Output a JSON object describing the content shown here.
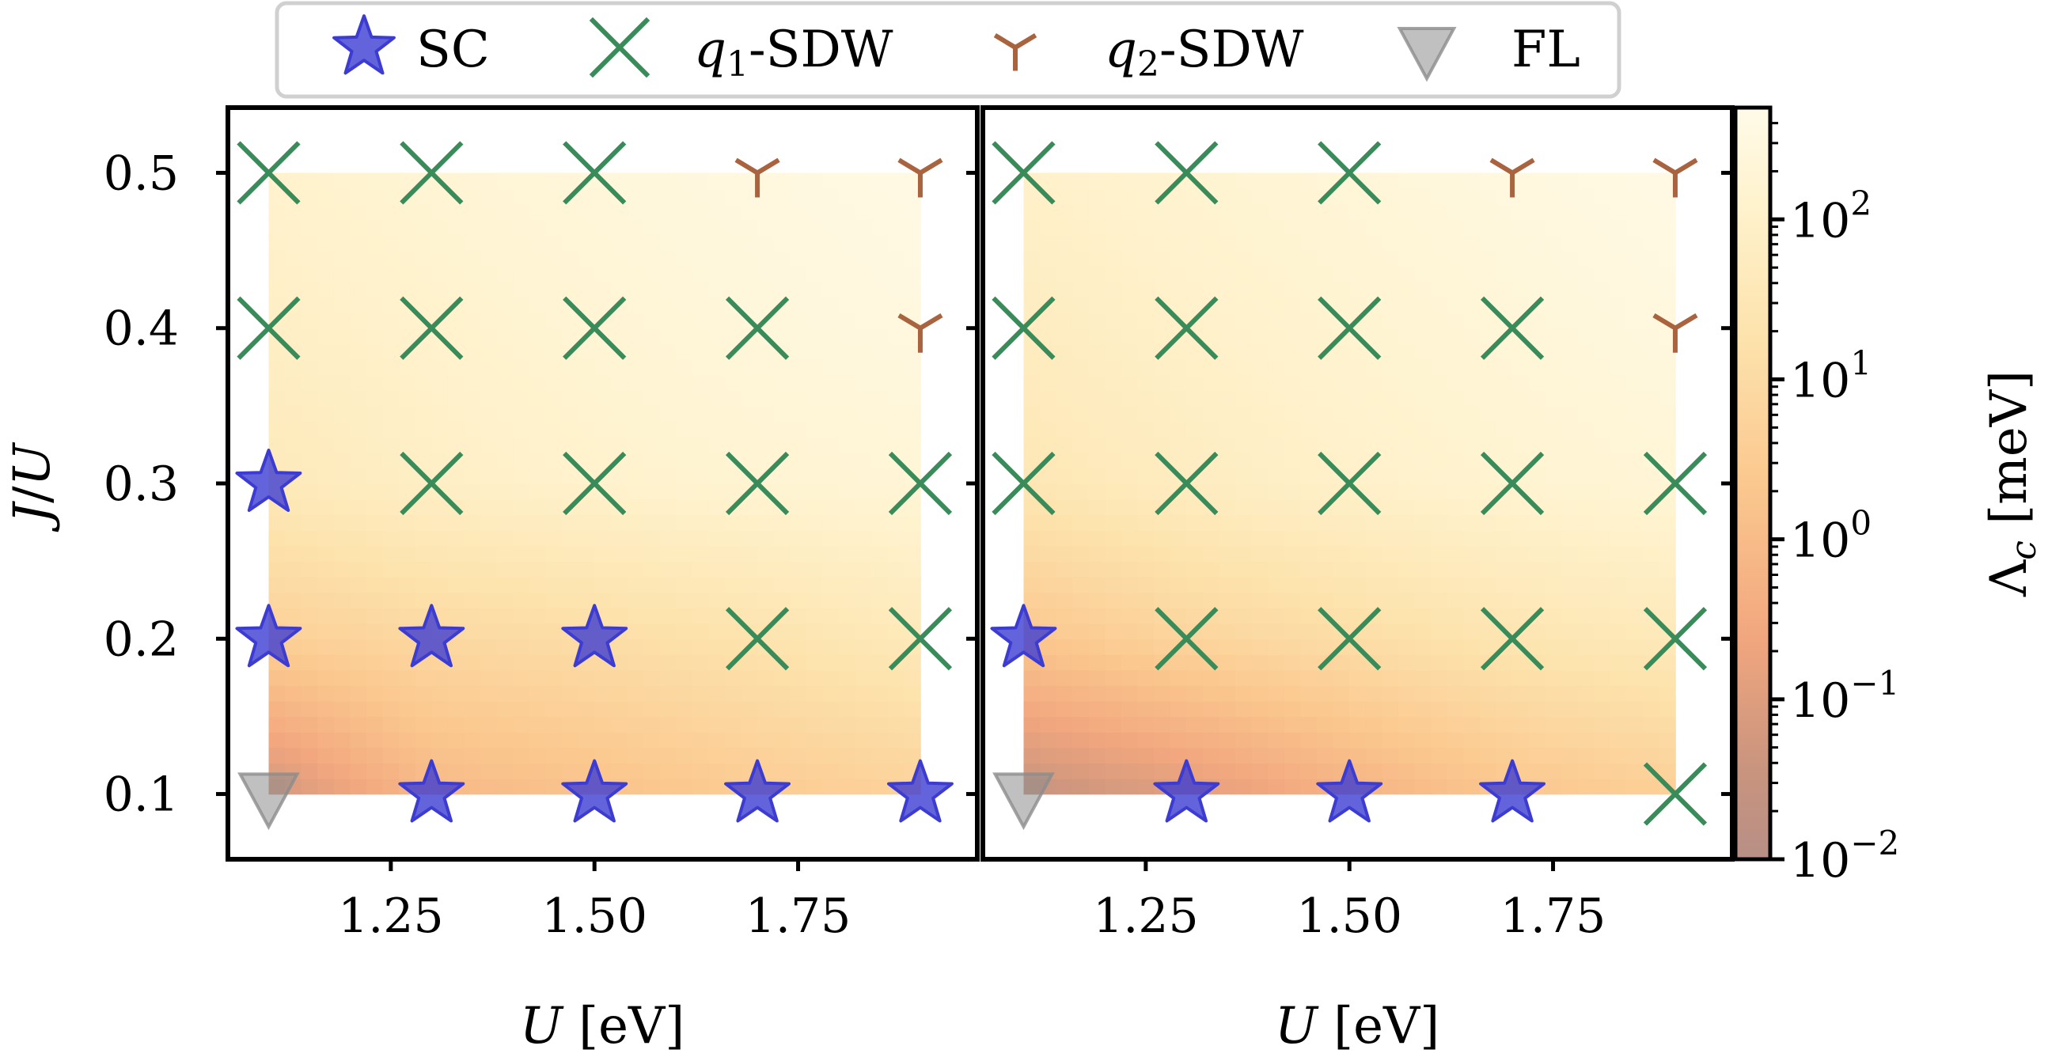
{
  "chart_data": {
    "type": "scatter",
    "legend": {
      "placement": "top-center",
      "entries": [
        {
          "key": "SC",
          "label": "SC",
          "marker": "star",
          "color": "#3c3cd2"
        },
        {
          "key": "q1",
          "label_main": "q",
          "label_sub": "1",
          "label_rest": "-SDW",
          "marker": "x",
          "color": "#3a8b5a"
        },
        {
          "key": "q2",
          "label_main": "q",
          "label_sub": "2",
          "label_rest": "-SDW",
          "marker": "tri-down",
          "color": "#a9633e"
        },
        {
          "key": "FL",
          "label": "FL",
          "marker": "triangle-down",
          "color": "#8c8c8c"
        }
      ]
    },
    "x_range": [
      1.05,
      1.97
    ],
    "y_range": [
      0.058,
      0.542
    ],
    "x_ticks": [
      {
        "value": 1.25,
        "label": "1.25"
      },
      {
        "value": 1.5,
        "label": "1.50"
      },
      {
        "value": 1.75,
        "label": "1.75"
      }
    ],
    "y_ticks": [
      {
        "value": 0.1,
        "label": "0.1"
      },
      {
        "value": 0.2,
        "label": "0.2"
      },
      {
        "value": 0.3,
        "label": "0.3"
      },
      {
        "value": 0.4,
        "label": "0.4"
      },
      {
        "value": 0.5,
        "label": "0.5"
      }
    ],
    "xlabel": {
      "var": "U",
      "unit": "[eV]"
    },
    "ylabel": {
      "var1": "J",
      "sep": "/",
      "var2": "U"
    },
    "colorbar": {
      "label": {
        "sym": "Λ",
        "sub": "c",
        "unit": "[meV]"
      },
      "scale": "log",
      "range": [
        0.01,
        500
      ],
      "ticks": [
        {
          "value": 0.01,
          "base": "10",
          "exp": "−2"
        },
        {
          "value": 0.1,
          "base": "10",
          "exp": "−1"
        },
        {
          "value": 1,
          "base": "10",
          "exp": "0"
        },
        {
          "value": 10,
          "base": "10",
          "exp": "1"
        },
        {
          "value": 100,
          "base": "10",
          "exp": "2"
        }
      ]
    },
    "panels": [
      {
        "points": [
          {
            "U": 1.1,
            "JU": 0.5,
            "phase": "q1"
          },
          {
            "U": 1.3,
            "JU": 0.5,
            "phase": "q1"
          },
          {
            "U": 1.5,
            "JU": 0.5,
            "phase": "q1"
          },
          {
            "U": 1.7,
            "JU": 0.5,
            "phase": "q2"
          },
          {
            "U": 1.9,
            "JU": 0.5,
            "phase": "q2"
          },
          {
            "U": 1.1,
            "JU": 0.4,
            "phase": "q1"
          },
          {
            "U": 1.3,
            "JU": 0.4,
            "phase": "q1"
          },
          {
            "U": 1.5,
            "JU": 0.4,
            "phase": "q1"
          },
          {
            "U": 1.7,
            "JU": 0.4,
            "phase": "q1"
          },
          {
            "U": 1.9,
            "JU": 0.4,
            "phase": "q2"
          },
          {
            "U": 1.1,
            "JU": 0.3,
            "phase": "SC"
          },
          {
            "U": 1.3,
            "JU": 0.3,
            "phase": "q1"
          },
          {
            "U": 1.5,
            "JU": 0.3,
            "phase": "q1"
          },
          {
            "U": 1.7,
            "JU": 0.3,
            "phase": "q1"
          },
          {
            "U": 1.9,
            "JU": 0.3,
            "phase": "q1"
          },
          {
            "U": 1.1,
            "JU": 0.2,
            "phase": "SC"
          },
          {
            "U": 1.3,
            "JU": 0.2,
            "phase": "SC"
          },
          {
            "U": 1.5,
            "JU": 0.2,
            "phase": "SC"
          },
          {
            "U": 1.7,
            "JU": 0.2,
            "phase": "q1"
          },
          {
            "U": 1.9,
            "JU": 0.2,
            "phase": "q1"
          },
          {
            "U": 1.1,
            "JU": 0.1,
            "phase": "FL"
          },
          {
            "U": 1.3,
            "JU": 0.1,
            "phase": "SC"
          },
          {
            "U": 1.5,
            "JU": 0.1,
            "phase": "SC"
          },
          {
            "U": 1.7,
            "JU": 0.1,
            "phase": "SC"
          },
          {
            "U": 1.9,
            "JU": 0.1,
            "phase": "SC"
          }
        ],
        "heatmap": {
          "U": [
            1.1,
            1.3,
            1.5,
            1.7,
            1.9
          ],
          "JU": [
            0.1,
            0.2,
            0.3,
            0.4,
            0.5
          ],
          "lambda_c": [
            [
              0.05,
              0.8,
              1.5,
              3,
              5
            ],
            [
              4,
              8,
              12,
              20,
              40
            ],
            [
              40,
              80,
              120,
              160,
              200
            ],
            [
              80,
              120,
              180,
              250,
              300
            ],
            [
              120,
              180,
              250,
              300,
              400
            ]
          ]
        }
      },
      {
        "points": [
          {
            "U": 1.1,
            "JU": 0.5,
            "phase": "q1"
          },
          {
            "U": 1.3,
            "JU": 0.5,
            "phase": "q1"
          },
          {
            "U": 1.5,
            "JU": 0.5,
            "phase": "q1"
          },
          {
            "U": 1.7,
            "JU": 0.5,
            "phase": "q2"
          },
          {
            "U": 1.9,
            "JU": 0.5,
            "phase": "q2"
          },
          {
            "U": 1.1,
            "JU": 0.4,
            "phase": "q1"
          },
          {
            "U": 1.3,
            "JU": 0.4,
            "phase": "q1"
          },
          {
            "U": 1.5,
            "JU": 0.4,
            "phase": "q1"
          },
          {
            "U": 1.7,
            "JU": 0.4,
            "phase": "q1"
          },
          {
            "U": 1.9,
            "JU": 0.4,
            "phase": "q2"
          },
          {
            "U": 1.1,
            "JU": 0.3,
            "phase": "q1"
          },
          {
            "U": 1.3,
            "JU": 0.3,
            "phase": "q1"
          },
          {
            "U": 1.5,
            "JU": 0.3,
            "phase": "q1"
          },
          {
            "U": 1.7,
            "JU": 0.3,
            "phase": "q1"
          },
          {
            "U": 1.9,
            "JU": 0.3,
            "phase": "q1"
          },
          {
            "U": 1.1,
            "JU": 0.2,
            "phase": "SC"
          },
          {
            "U": 1.3,
            "JU": 0.2,
            "phase": "q1"
          },
          {
            "U": 1.5,
            "JU": 0.2,
            "phase": "q1"
          },
          {
            "U": 1.7,
            "JU": 0.2,
            "phase": "q1"
          },
          {
            "U": 1.9,
            "JU": 0.2,
            "phase": "q1"
          },
          {
            "U": 1.1,
            "JU": 0.1,
            "phase": "FL"
          },
          {
            "U": 1.3,
            "JU": 0.1,
            "phase": "SC"
          },
          {
            "U": 1.5,
            "JU": 0.1,
            "phase": "SC"
          },
          {
            "U": 1.7,
            "JU": 0.1,
            "phase": "SC"
          },
          {
            "U": 1.9,
            "JU": 0.1,
            "phase": "q1"
          }
        ],
        "heatmap": {
          "U": [
            1.1,
            1.3,
            1.5,
            1.7,
            1.9
          ],
          "JU": [
            0.1,
            0.2,
            0.3,
            0.4,
            0.5
          ],
          "lambda_c": [
            [
              0.03,
              0.1,
              0.5,
              2,
              4
            ],
            [
              2,
              6,
              12,
              25,
              40
            ],
            [
              30,
              60,
              100,
              150,
              200
            ],
            [
              60,
              100,
              150,
              220,
              300
            ],
            [
              100,
              150,
              220,
              300,
              400
            ]
          ]
        }
      }
    ]
  }
}
